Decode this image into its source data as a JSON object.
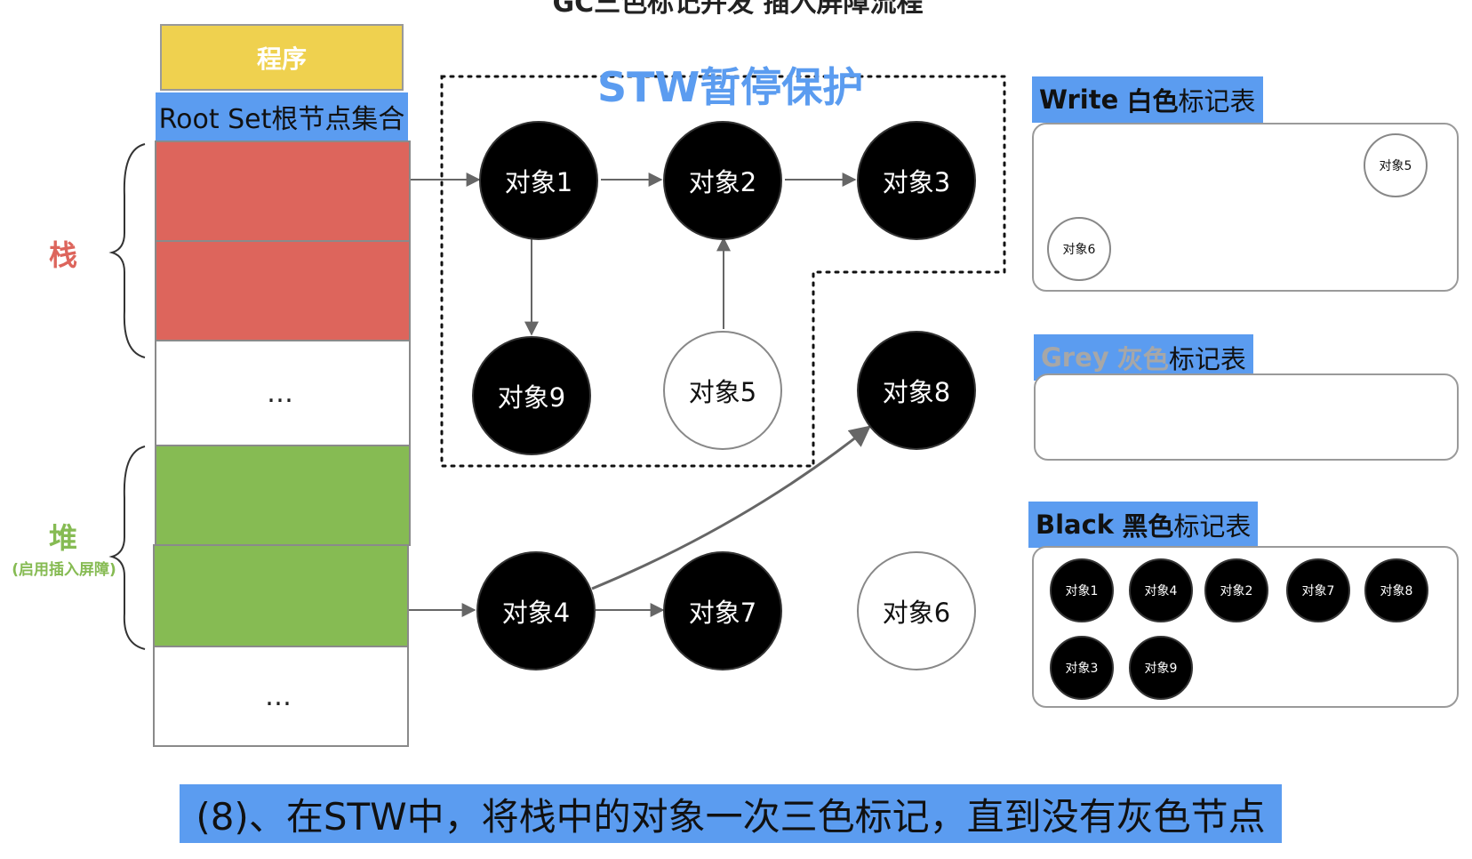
{
  "header": {
    "title": "GC三色标记并发 插入屏障流程"
  },
  "program": {
    "label": "程序"
  },
  "root_set": {
    "label": "Root Set根节点集合"
  },
  "stack": {
    "label": "栈",
    "color": "#dd655c",
    "ellipsis": "…"
  },
  "heap": {
    "label": "堆",
    "note": "(启用插入屏障)",
    "color": "#86bb53",
    "ellipsis": "…"
  },
  "stw": {
    "title": "STW暂停保护"
  },
  "nodes": {
    "obj1": "对象1",
    "obj2": "对象2",
    "obj3": "对象3",
    "obj9": "对象9",
    "obj5": "对象5",
    "obj8": "对象8",
    "obj4": "对象4",
    "obj7": "对象7",
    "obj6": "对象6"
  },
  "white_table": {
    "label_en": "Write",
    "label_color": "白色",
    "label_suffix": "标记表",
    "items": [
      "对象5",
      "对象6"
    ]
  },
  "grey_table": {
    "label_en": "Grey",
    "label_color": "灰色",
    "label_suffix": "标记表",
    "items": []
  },
  "black_table": {
    "label_en": "Black",
    "label_color": "黑色",
    "label_suffix": "标记表",
    "items": [
      "对象1",
      "对象4",
      "对象2",
      "对象7",
      "对象8",
      "对象3",
      "对象9"
    ]
  },
  "caption": {
    "text": "(8)、在STW中，将栈中的对象一次三色标记，直到没有灰色节点"
  },
  "colors": {
    "accent": "#5b9cf0",
    "program": "#efd14f",
    "black_node": "#000000"
  }
}
